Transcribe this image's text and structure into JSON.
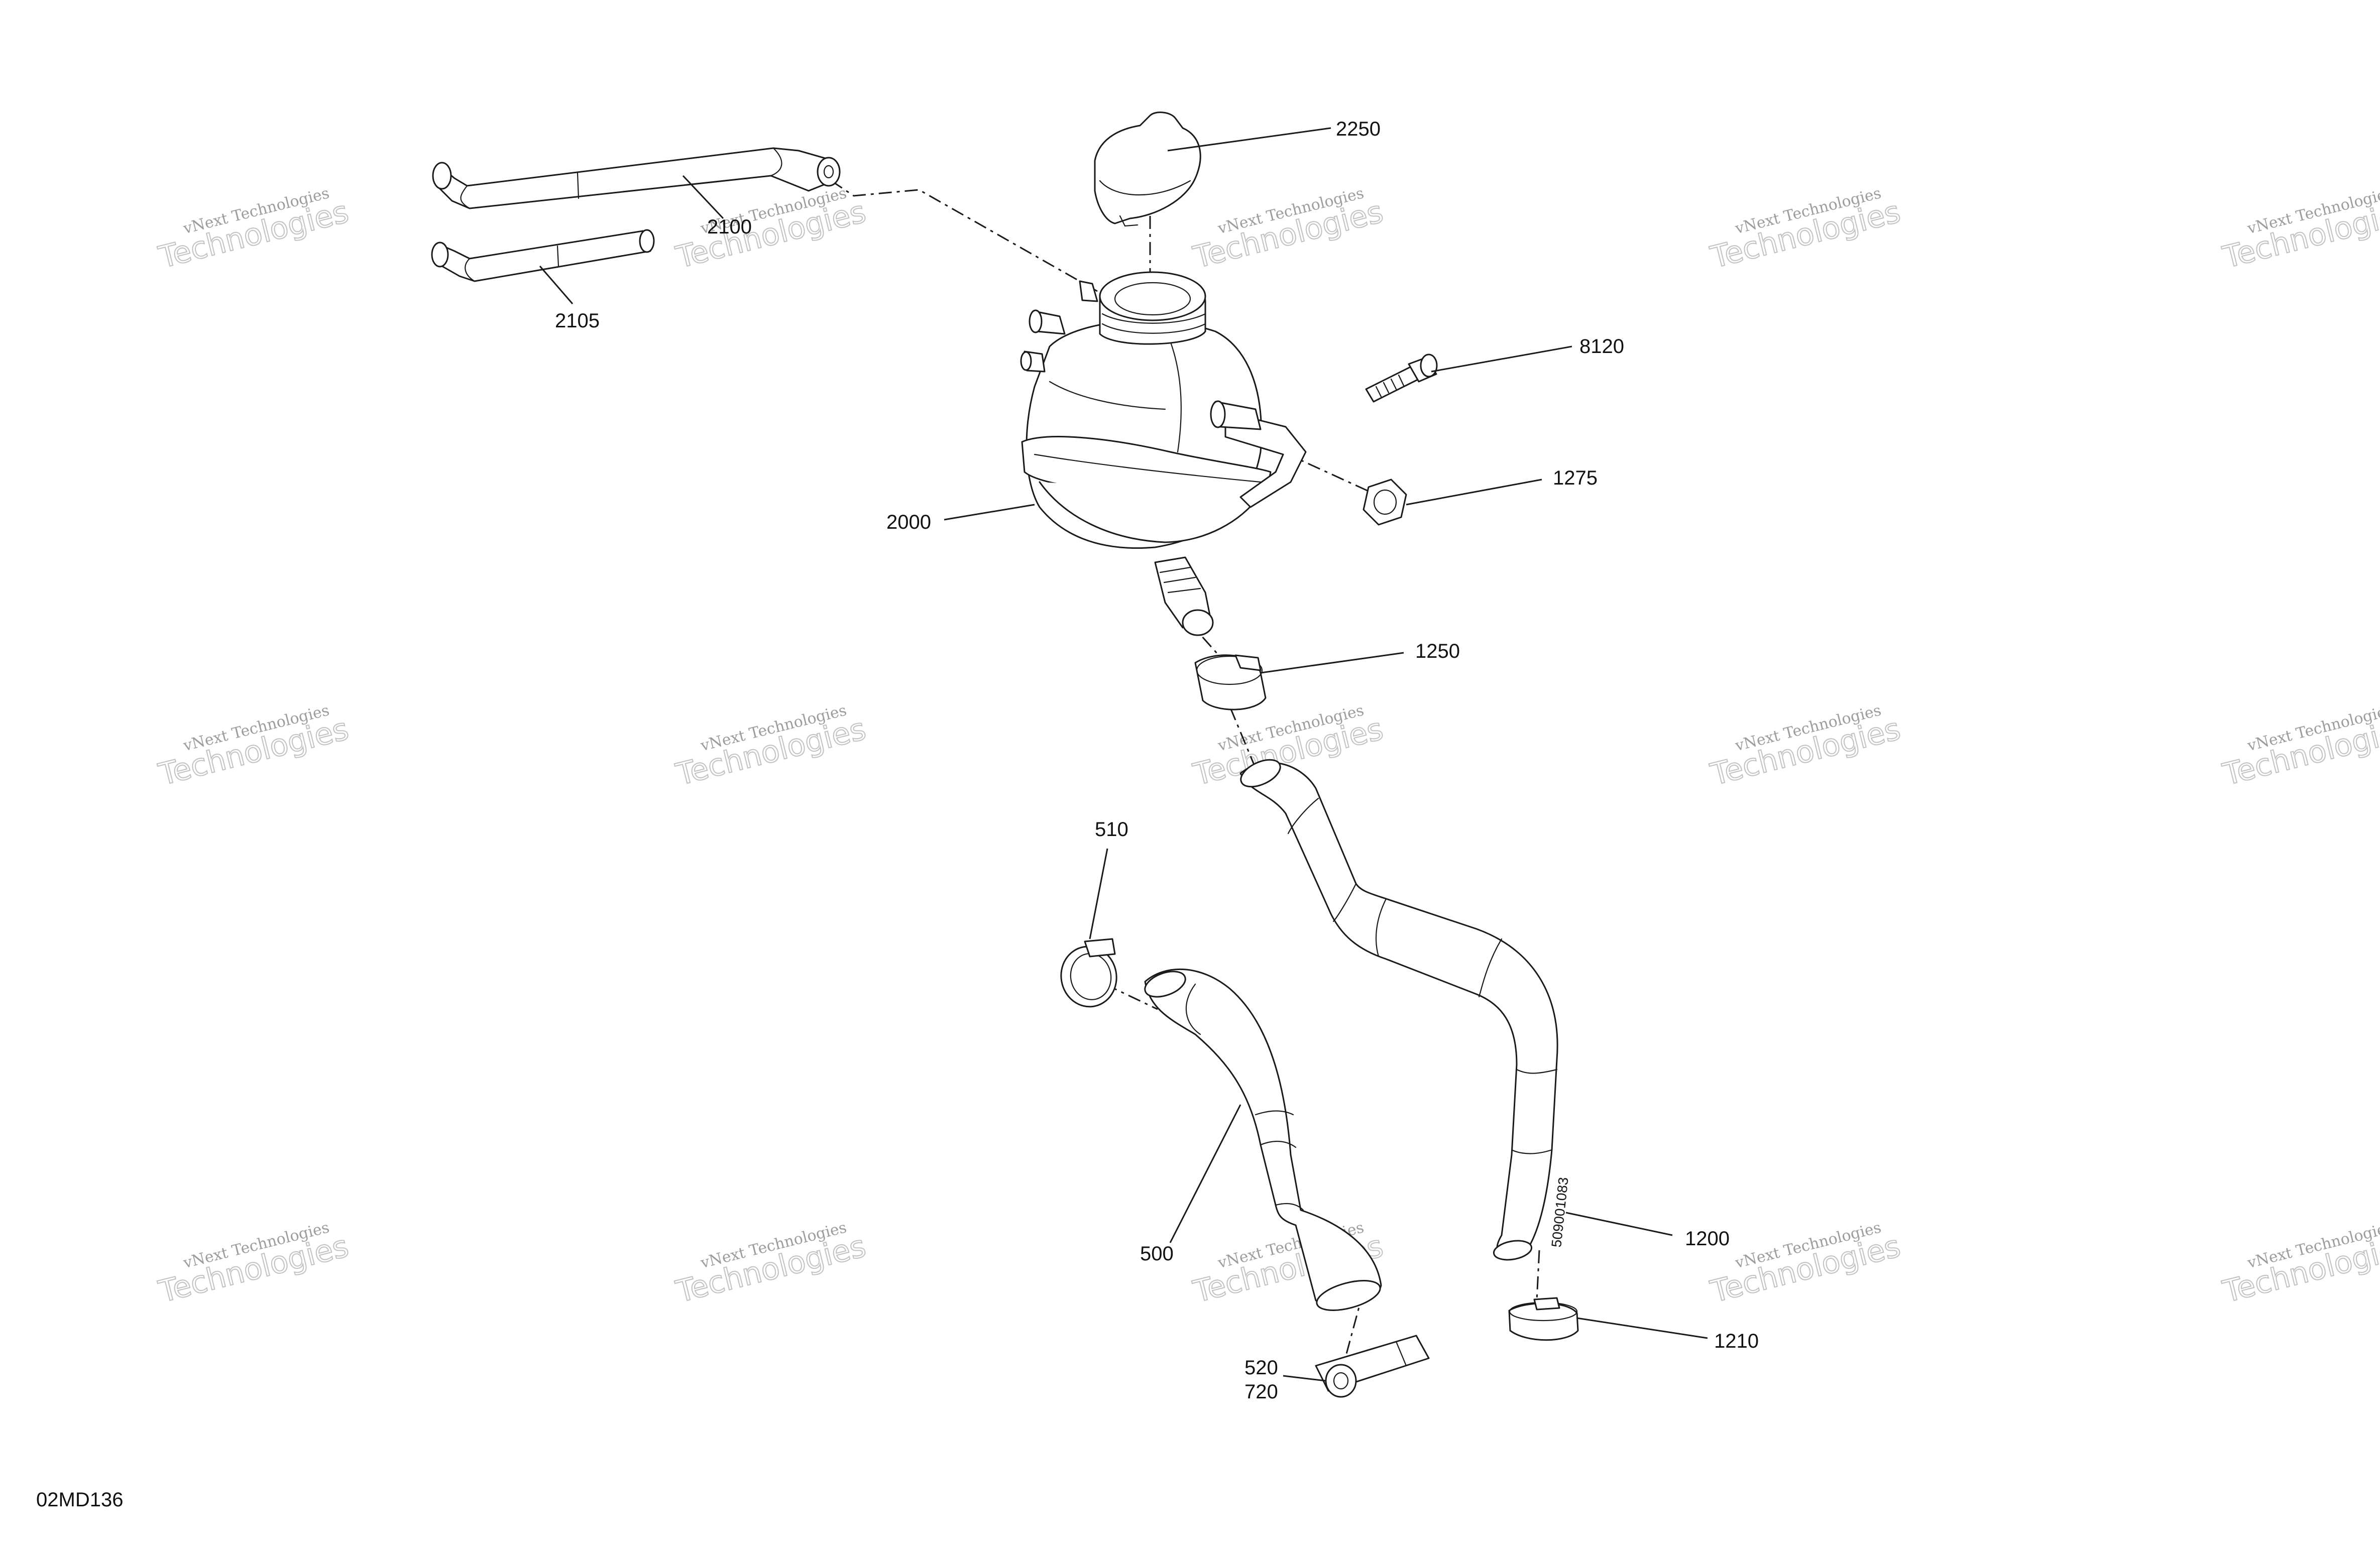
{
  "diagram": {
    "reference_code": "02MD136",
    "hose_marking": "509001083",
    "watermark": {
      "line1": "vNext Technologies",
      "line2": "Technologies"
    },
    "callouts": {
      "c2250": "2250",
      "c2100": "2100",
      "c2105": "2105",
      "c8120": "8120",
      "c1275": "1275",
      "c2000": "2000",
      "c1250": "1250",
      "c510": "510",
      "c500": "500",
      "c1200": "1200",
      "c520": "520",
      "c720": "720",
      "c1210": "1210"
    }
  }
}
